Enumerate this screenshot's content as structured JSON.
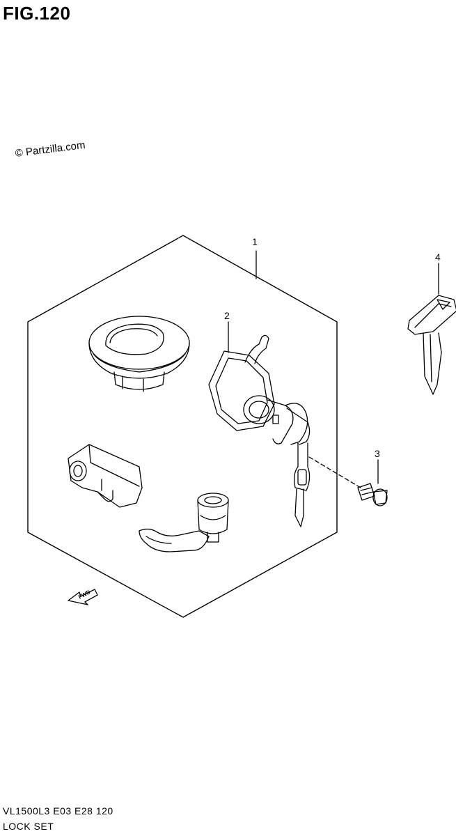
{
  "figure": {
    "title": "FIG.120"
  },
  "watermark": {
    "text": "© Partzilla.com"
  },
  "callouts": [
    {
      "id": "1",
      "label": "1"
    },
    {
      "id": "2",
      "label": "2"
    },
    {
      "id": "3",
      "label": "3"
    },
    {
      "id": "4",
      "label": "4"
    }
  ],
  "fwd_arrow": {
    "text": "FWD"
  },
  "footer": {
    "code": "VL1500L3  E03  E28  120",
    "name": "LOCK SET"
  }
}
